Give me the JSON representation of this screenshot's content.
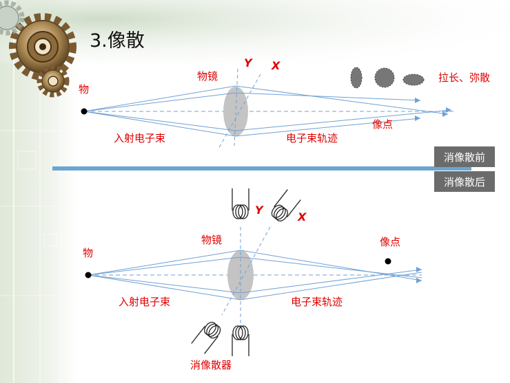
{
  "slide": {
    "title": "3.像散",
    "colors": {
      "label_red": "#e00000",
      "beam_blue": "#6fa0d4",
      "divider_blue": "#6aa6d0",
      "lens_gray": "#c4c4c4",
      "tag_gray": "#6b6b6b"
    }
  },
  "top_diagram": {
    "object_label": "物",
    "lens_label": "物镜",
    "axis_y_label": "Y",
    "axis_x_label": "X",
    "incident_label": "入射电子束",
    "trajectory_label": "电子束轨迹",
    "image_point_label": "像点",
    "spread_label": "拉长、弥散"
  },
  "tags": {
    "before": "消像散前",
    "after": "消像散后"
  },
  "bottom_diagram": {
    "object_label": "物",
    "lens_label": "物镜",
    "axis_y_label": "Y",
    "axis_x_label": "X",
    "incident_label": "入射电子束",
    "trajectory_label": "电子束轨迹",
    "image_point_label": "像点",
    "stigmator_label": "消像散器"
  }
}
